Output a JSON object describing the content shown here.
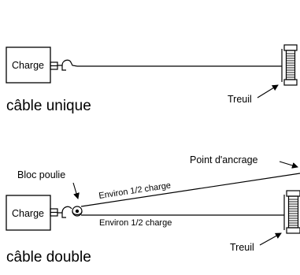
{
  "panel_single": {
    "load_label": "Charge",
    "winch_label": "Treuil",
    "caption": "câble unique"
  },
  "panel_double": {
    "pulley_block_label": "Bloc poulie",
    "anchor_label": "Point d'ancrage",
    "load_label": "Charge",
    "upper_line_label": "Environ 1/2 charge",
    "lower_line_label": "Environ 1/2 charge",
    "winch_label": "Treuil",
    "caption": "câble double"
  }
}
